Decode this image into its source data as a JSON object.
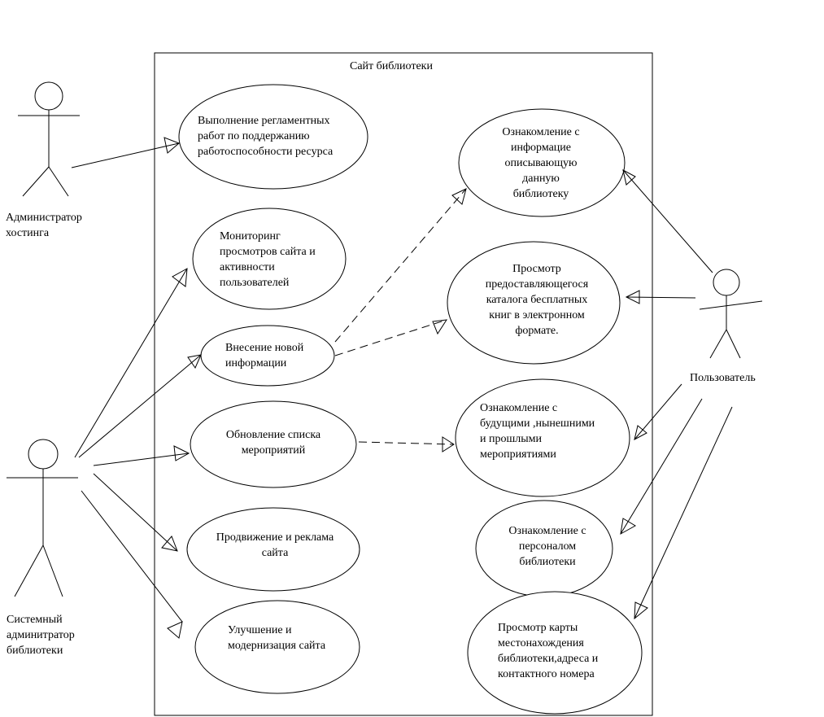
{
  "system": {
    "title": "Сайт библиотеки"
  },
  "actors": {
    "hosting_admin": {
      "label": "Администратор\n  хостинга"
    },
    "sys_admin": {
      "label": "Системный\nадминитратор\nбиблиотеки"
    },
    "user": {
      "label": "Пользователь"
    }
  },
  "use_cases": {
    "maintenance": {
      "label": "Выполнение регламентных\nработ по поддержанию\nработоспособности ресурса"
    },
    "monitoring": {
      "label": "Мониторинг\nпросмотров сайта и\nактивности\nпользователей"
    },
    "new_info": {
      "label": "Внесение новой\nинформации"
    },
    "events_update": {
      "label": "Обновление списка\nмероприятий"
    },
    "promotion": {
      "label": "Продвижение и реклама\nсайта"
    },
    "improvement": {
      "label": "Улучшение и\nмодернизация сайта"
    },
    "about_library": {
      "label": "Ознакомление с\nинформацие\nописывающую\nданную\nбиблиотеку"
    },
    "catalog": {
      "label": "Просмотр\nпредоставляющегося\nкаталога бесплатных\nкниг в электронном\nформате."
    },
    "events_view": {
      "label": "Ознакомление с\nбудущими ,нынешними\nи прошлыми\nмероприятиями"
    },
    "staff": {
      "label": "Ознакомление с\nперсоналом\nбиблиотеки"
    },
    "map": {
      "label": "Просмотр карты\nместонахождения\nбиблиотеки,адреса и\nконтактного номера"
    }
  }
}
